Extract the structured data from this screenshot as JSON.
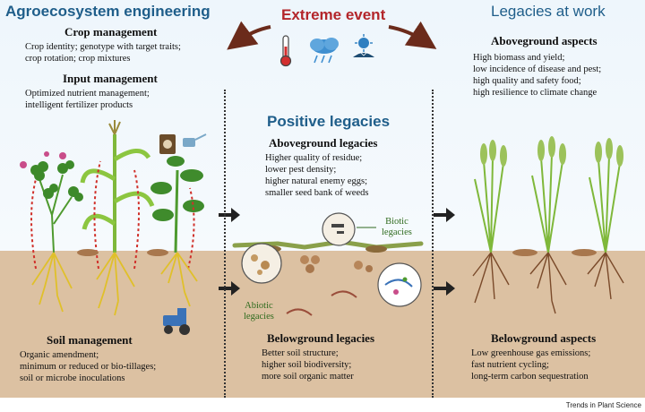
{
  "headings": {
    "left": "Agroecosystem engineering",
    "center_top": "Extreme event",
    "right": "Legacies at work",
    "center": "Positive legacies"
  },
  "crop_management": {
    "title": "Crop management",
    "lines": [
      "Crop identity; genotype with target traits;",
      "crop rotation;  crop mixtures"
    ]
  },
  "input_management": {
    "title": "Input management",
    "lines": [
      "Optimized nutrient management;",
      "intelligent fertilizer products"
    ]
  },
  "soil_management": {
    "title": "Soil management",
    "lines": [
      "Organic amendment;",
      "minimum or reduced or bio-tillages;",
      "soil or microbe inoculations"
    ]
  },
  "aboveground_legacies": {
    "title": "Aboveground legacies",
    "lines": [
      "Higher quality of residue;",
      "lower pest density;",
      "higher natural enemy eggs;",
      "smaller seed bank of weeds"
    ]
  },
  "belowground_legacies": {
    "title": "Belowground legacies",
    "lines": [
      "Better soil structure;",
      "higher soil biodiversity;",
      "more soil organic matter"
    ]
  },
  "aboveground_aspects": {
    "title": "Aboveground aspects",
    "lines": [
      "High biomass and yield;",
      "low incidence of disease and pest;",
      "high quality and safety food;",
      "high resilience to climate change"
    ]
  },
  "belowground_aspects": {
    "title": "Belowground aspects",
    "lines": [
      "Low greenhouse gas emissions;",
      "fast nutrient cycling;",
      "long-term carbon sequestration"
    ]
  },
  "legacy_labels": {
    "biotic": [
      "Biotic",
      "legacies"
    ],
    "abiotic": [
      "Abiotic",
      "legacies"
    ]
  },
  "credit": "Trends in Plant Science",
  "icons": [
    "thermometer-icon",
    "cloud-rain-icon",
    "sun-drought-icon",
    "tractor-icon",
    "fertilizer-bag-icon",
    "watering-can-icon"
  ],
  "colors": {
    "heading_blue": "#1f5e8a",
    "event_red": "#b3262a",
    "soil": "#dcc1a2",
    "plant_green": "#4e9a2f",
    "label_green": "#2f6b1e"
  }
}
